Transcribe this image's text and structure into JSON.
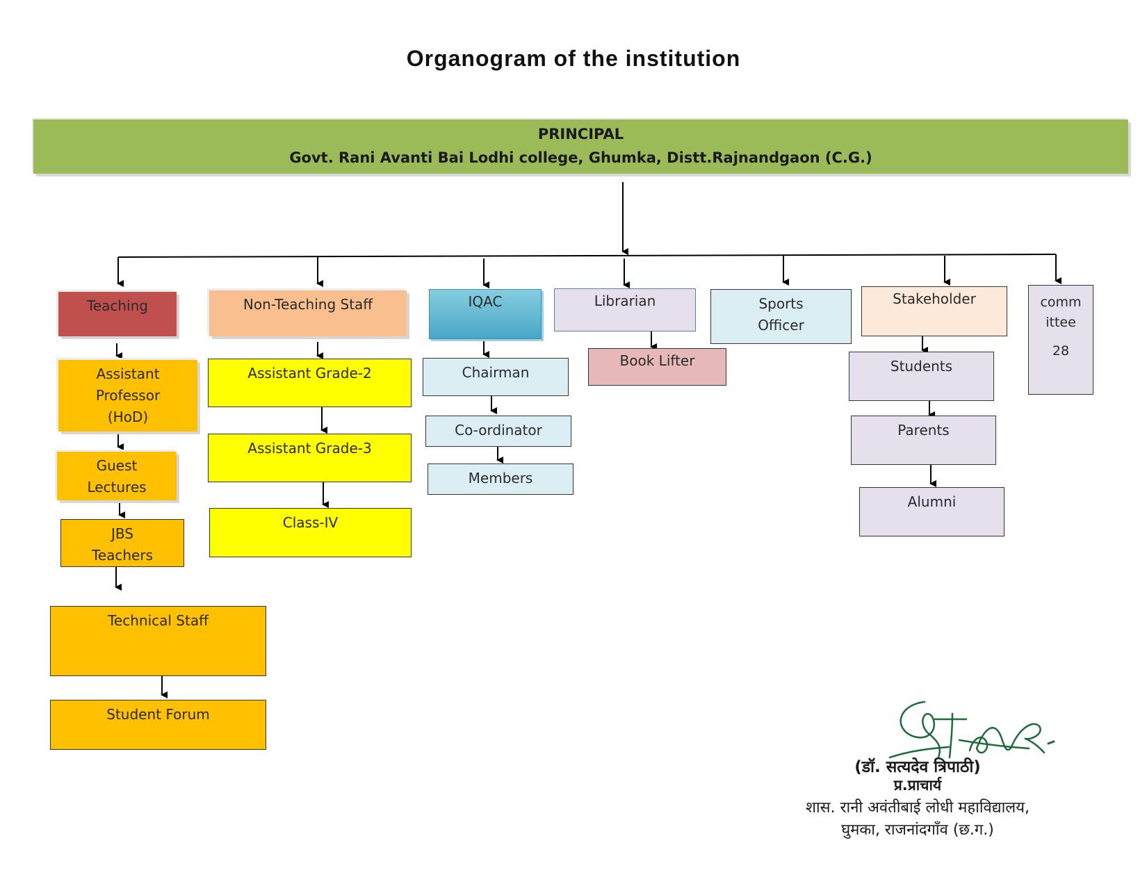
{
  "title": "Organogram of the institution",
  "principal": {
    "line1": "PRINCIPAL",
    "line2": "Govt. Rani Avanti Bai Lodhi college, Ghumka, Distt.Rajnandgaon (C.G.)"
  },
  "teaching": {
    "head": "Teaching",
    "asst_prof": [
      "Assistant",
      "Professor",
      "(HoD)"
    ],
    "guest": [
      "Guest",
      "Lectures"
    ],
    "jbs": [
      "JBS",
      "Teachers"
    ],
    "technical": "Technical Staff",
    "forum": "Student Forum"
  },
  "non_teaching": {
    "head": "Non-Teaching Staff",
    "grade2": "Assistant Grade-2",
    "grade3": "Assistant Grade-3",
    "class4": "Class-IV"
  },
  "iqac": {
    "head": "IQAC",
    "chairman": "Chairman",
    "coordinator": "Co-ordinator",
    "members": "Members"
  },
  "librarian": {
    "head": "Librarian",
    "book_lifter": "Book Lifter"
  },
  "sports": [
    "Sports",
    "Officer"
  ],
  "stakeholder": {
    "head": "Stakeholder",
    "students": "Students",
    "parents": "Parents",
    "alumni": "Alumni"
  },
  "committee": [
    "comm",
    "ittee",
    "28"
  ],
  "signature": {
    "name": "(डॉ. सत्यदेव त्रिपाठी)",
    "designation": "प्र.प्राचार्य",
    "org": "शास. रानी अवंतीबाई लोधी महाविद्यालय,",
    "place": "घुमका, राजनांदगाँव (छ.ग.)"
  }
}
